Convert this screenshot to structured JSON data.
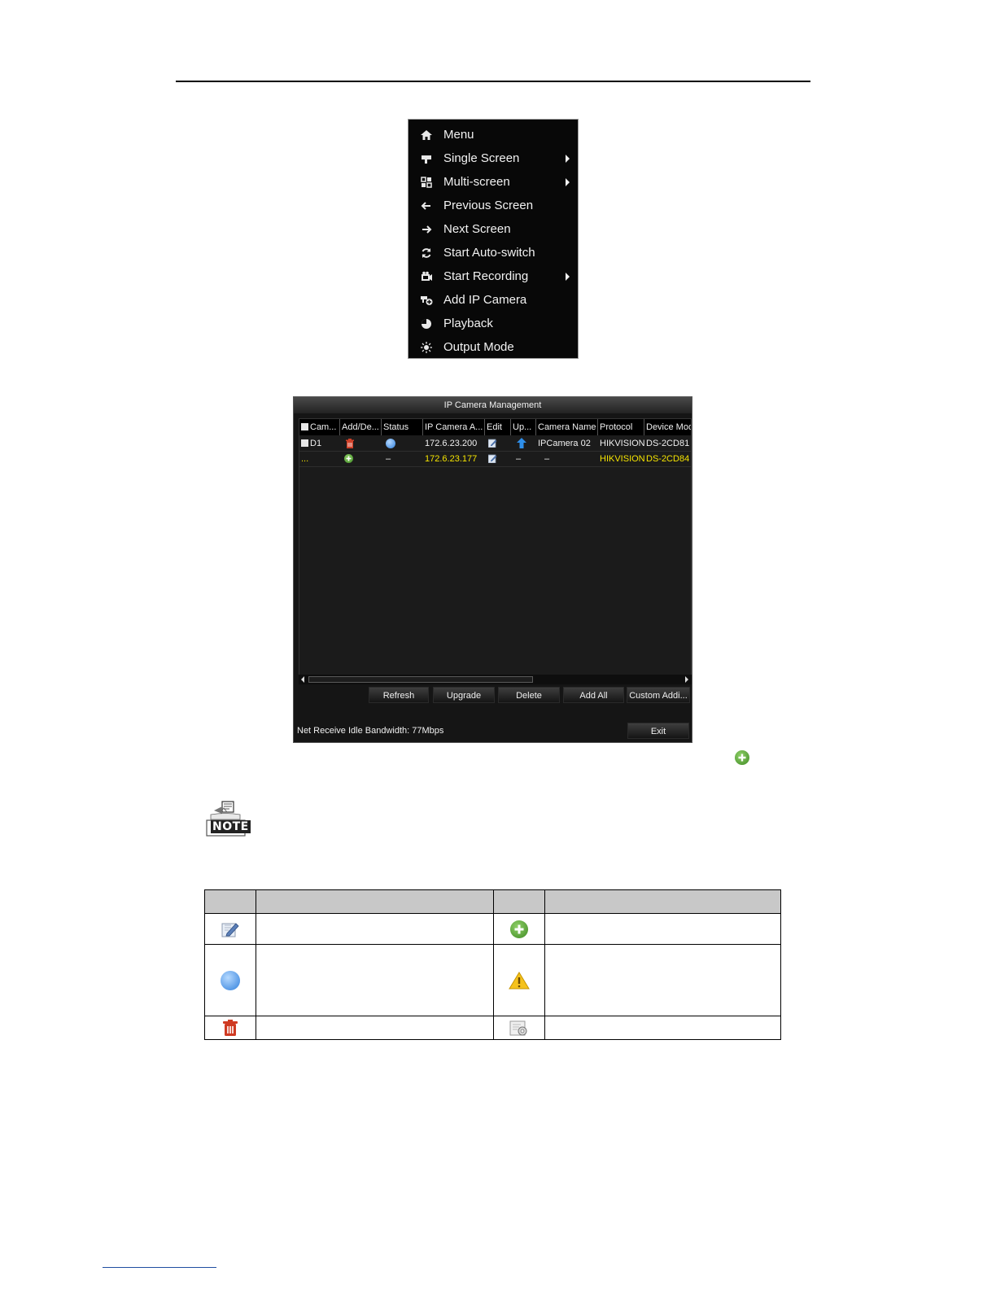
{
  "context_menu": {
    "items": [
      {
        "label": "Menu",
        "icon": "home-icon",
        "submenu": false
      },
      {
        "label": "Single Screen",
        "icon": "camera-icon",
        "submenu": true
      },
      {
        "label": "Multi-screen",
        "icon": "multi-screen-icon",
        "submenu": true
      },
      {
        "label": "Previous Screen",
        "icon": "arrow-left-icon",
        "submenu": false
      },
      {
        "label": "Next Screen",
        "icon": "arrow-right-icon",
        "submenu": false
      },
      {
        "label": "Start Auto-switch",
        "icon": "refresh-icon",
        "submenu": false
      },
      {
        "label": "Start Recording",
        "icon": "record-icon",
        "submenu": true
      },
      {
        "label": "Add IP Camera",
        "icon": "add-camera-icon",
        "submenu": false
      },
      {
        "label": "Playback",
        "icon": "playback-icon",
        "submenu": false
      },
      {
        "label": "Output Mode",
        "icon": "sun-icon",
        "submenu": false
      }
    ]
  },
  "ip_window": {
    "title": "IP Camera Management",
    "columns": [
      "Cam...",
      "Add/De...",
      "Status",
      "IP Camera A...",
      "Edit",
      "Up...",
      "Camera Name",
      "Protocol",
      "Device Mod"
    ],
    "rows": [
      {
        "cam": "D1",
        "ip": "172.6.23.200",
        "camera_name": "IPCamera 02",
        "protocol": "HIKVISION",
        "device_model": "DS-2CD81",
        "color": "#f0f0f0"
      },
      {
        "cam": "...",
        "ip": "172.6.23.177",
        "status": "–",
        "upgrade": "–",
        "camera_name": "–",
        "protocol": "HIKVISION",
        "device_model": "DS-2CD84",
        "color": "#f5e400"
      }
    ],
    "buttons": [
      "Refresh",
      "Upgrade",
      "Delete",
      "Add All",
      "Custom Addi..."
    ],
    "bandwidth": "Net Receive Idle Bandwidth: 77Mbps",
    "exit_label": "Exit"
  },
  "note_label": "NOTE",
  "legend_icons": {
    "row1": [
      "edit-icon",
      "add-icon"
    ],
    "row2": [
      "status-online-icon",
      "warning-icon"
    ],
    "row3": [
      "delete-icon",
      "settings-icon"
    ]
  },
  "colors": {
    "accent_yellow": "#f5e400",
    "add_green": "#4e9a2e",
    "status_blue": "#3a8ae0",
    "delete_red": "#c0392b"
  }
}
